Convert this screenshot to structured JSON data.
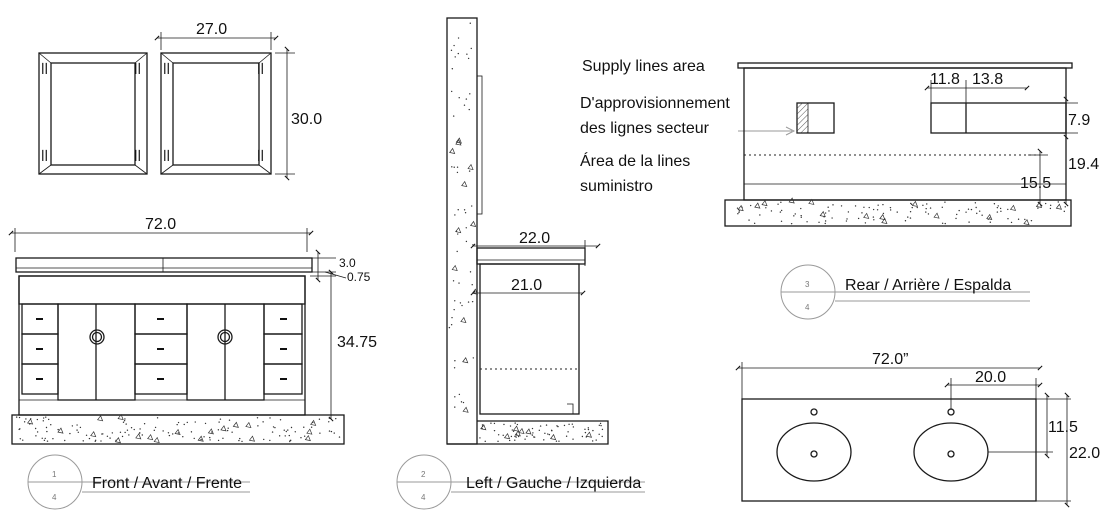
{
  "dimensions": {
    "door_width": "27.0",
    "door_height": "30.0",
    "front_width": "72.0",
    "top_thickness": "3.0",
    "top_overhang": "0.75",
    "cabinet_height": "34.75",
    "side_top_depth": "22.0",
    "side_body_depth": "21.0",
    "rear_w1": "11.8",
    "rear_w2": "13.8",
    "rear_h1": "7.9",
    "rear_h2": "19.4",
    "rear_h3": "15.5",
    "plan_width": "72.0”",
    "plan_sink_offset": "20.0",
    "plan_sink_depth": "11.5",
    "plan_depth": "22.0"
  },
  "views": [
    {
      "number": "1",
      "sheet": "4",
      "title": "Front / Avant / Frente"
    },
    {
      "number": "2",
      "sheet": "4",
      "title": "Left / Gauche / Izquierda"
    },
    {
      "number": "3",
      "sheet": "4",
      "title": "Rear / Arrière / Espalda"
    }
  ],
  "supply_note": {
    "line1": "Supply lines area",
    "line2": "D'approvisionnement",
    "line3": "des lignes secteur",
    "line4": "Área de la lines",
    "line5": "suministro"
  }
}
